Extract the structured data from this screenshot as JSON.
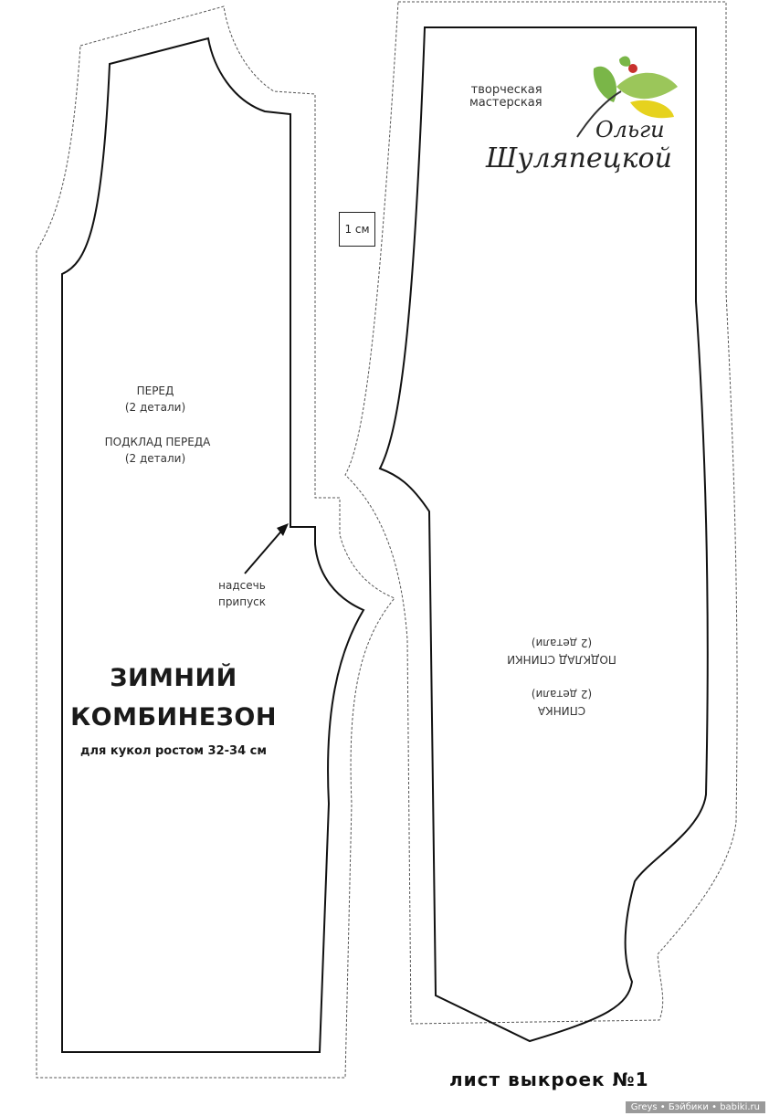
{
  "front_piece": {
    "name_label": "ПЕРЕД",
    "name_count": "(2 детали)",
    "lining_label": "ПОДКЛАД ПЕРЕДА",
    "lining_count": "(2 детали)",
    "notch_label_line1": "надсечь",
    "notch_label_line2": "припуск"
  },
  "scale_label": "1 см",
  "title": {
    "line1": "ЗИМНИЙ",
    "line2": "КОМБИНЕЗОН",
    "subtitle": "для кукол ростом 32-34 см"
  },
  "back_piece": {
    "name_label": "СПИНКА",
    "name_count": "(2 детали)",
    "lining_label": "ПОДКЛАД СПИНКИ",
    "lining_count": "(2 детали)"
  },
  "logo": {
    "line1": "творческая",
    "line2": "мастерская",
    "script_line1": "Ольги",
    "script_line2": "Шуляпецкой",
    "colors": {
      "green": "#7ab648",
      "yellow": "#e6d21e",
      "red": "#c8312d",
      "dark": "#333333"
    }
  },
  "sheet_title": "лист выкроек №1",
  "watermark": "Greys • Бэйбики • babiki.ru"
}
